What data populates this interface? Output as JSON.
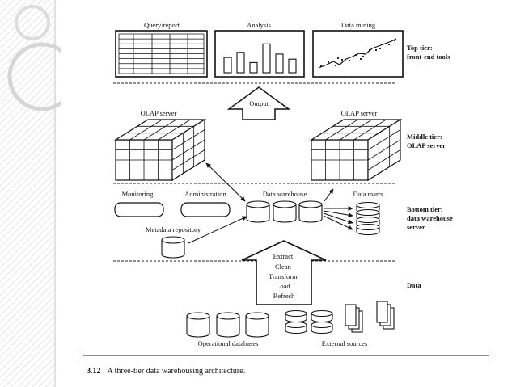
{
  "tiers": {
    "top": [
      "Top tier:",
      "front-end tools"
    ],
    "middle": [
      "Middle tier:",
      "OLAP server"
    ],
    "bottom": [
      "Bottom tier:",
      "data warehouse",
      "server"
    ],
    "data": [
      "Data"
    ]
  },
  "tools": {
    "query": "Query/report",
    "analysis": "Analysis",
    "mining": "Data mining"
  },
  "analysis_bars": [
    0.45,
    0.6,
    0.3,
    0.85,
    0.55,
    0.4
  ],
  "output_label": "Output",
  "olap": {
    "left": "OLAP server",
    "right": "OLAP server"
  },
  "bottom": {
    "monitoring": "Monitoring",
    "administration": "Administration",
    "warehouse": "Data warehouse",
    "marts": "Data marts",
    "metadata": "Metadata repository"
  },
  "etl_steps": [
    "Extract",
    "Clean",
    "Transform",
    "Load",
    "Refresh"
  ],
  "sources": {
    "operational": "Operational databases",
    "external": "External sources"
  },
  "caption": {
    "number": "3.12",
    "text": "A three-tier data warehousing architecture."
  }
}
